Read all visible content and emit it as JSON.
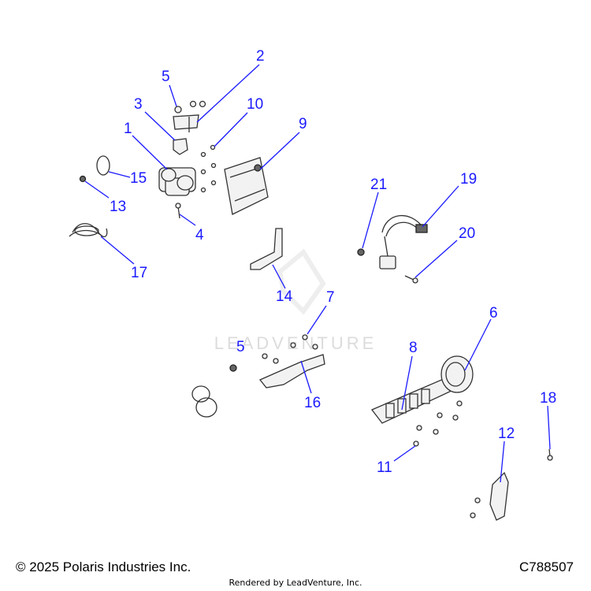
{
  "watermark": "LEADVENTURE",
  "footer": {
    "copyright": "© 2025 Polaris Industries Inc.",
    "diagram_id": "C788507",
    "rendered_by": "Rendered by LeadVenture, Inc."
  },
  "callouts": {
    "c1": "1",
    "c2": "2",
    "c3": "3",
    "c4": "4",
    "c5a": "5",
    "c5b": "5",
    "c6": "6",
    "c7": "7",
    "c8": "8",
    "c9": "9",
    "c10": "10",
    "c11": "11",
    "c12": "12",
    "c13": "13",
    "c14": "14",
    "c15": "15",
    "c16": "16",
    "c17": "17",
    "c18": "18",
    "c19": "19",
    "c20": "20",
    "c21": "21"
  },
  "colors": {
    "callout": "#1a1aff",
    "watermark": "#d9d9d9"
  }
}
